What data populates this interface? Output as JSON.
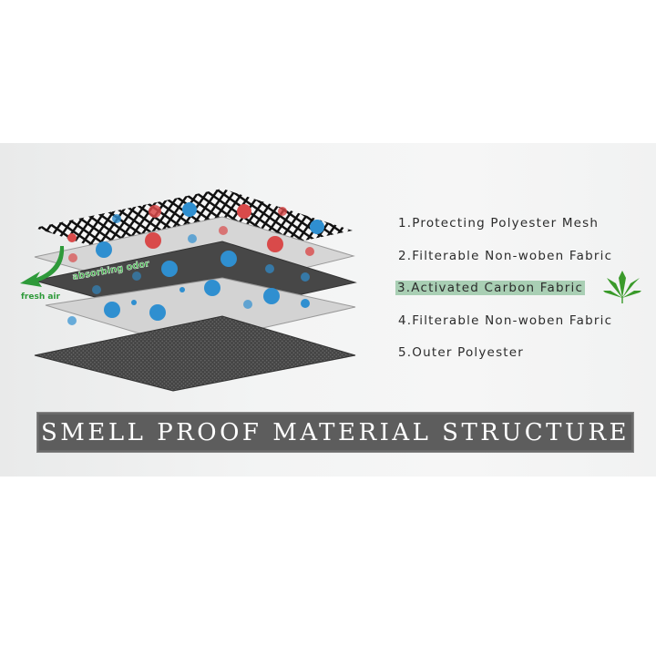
{
  "layers": [
    {
      "label": "1.Protecting Polyester Mesh"
    },
    {
      "label": "2.Filterable Non-woben Fabric"
    },
    {
      "label": "3.Activated Carbon Fabric",
      "highlight_color": "#a9cfb4"
    },
    {
      "label": "4.Filterable Non-woben Fabric"
    },
    {
      "label": "5.Outer Polyester"
    }
  ],
  "annotations": {
    "absorbing": "absorbing odor",
    "fresh_air": "fresh air"
  },
  "banner": {
    "title": "SMELL PROOF MATERIAL STRUCTURE"
  },
  "colors": {
    "odor_dot": "#d94a4a",
    "fresh_dot": "#2f8fd0",
    "arrow": "#2e9a3a"
  }
}
